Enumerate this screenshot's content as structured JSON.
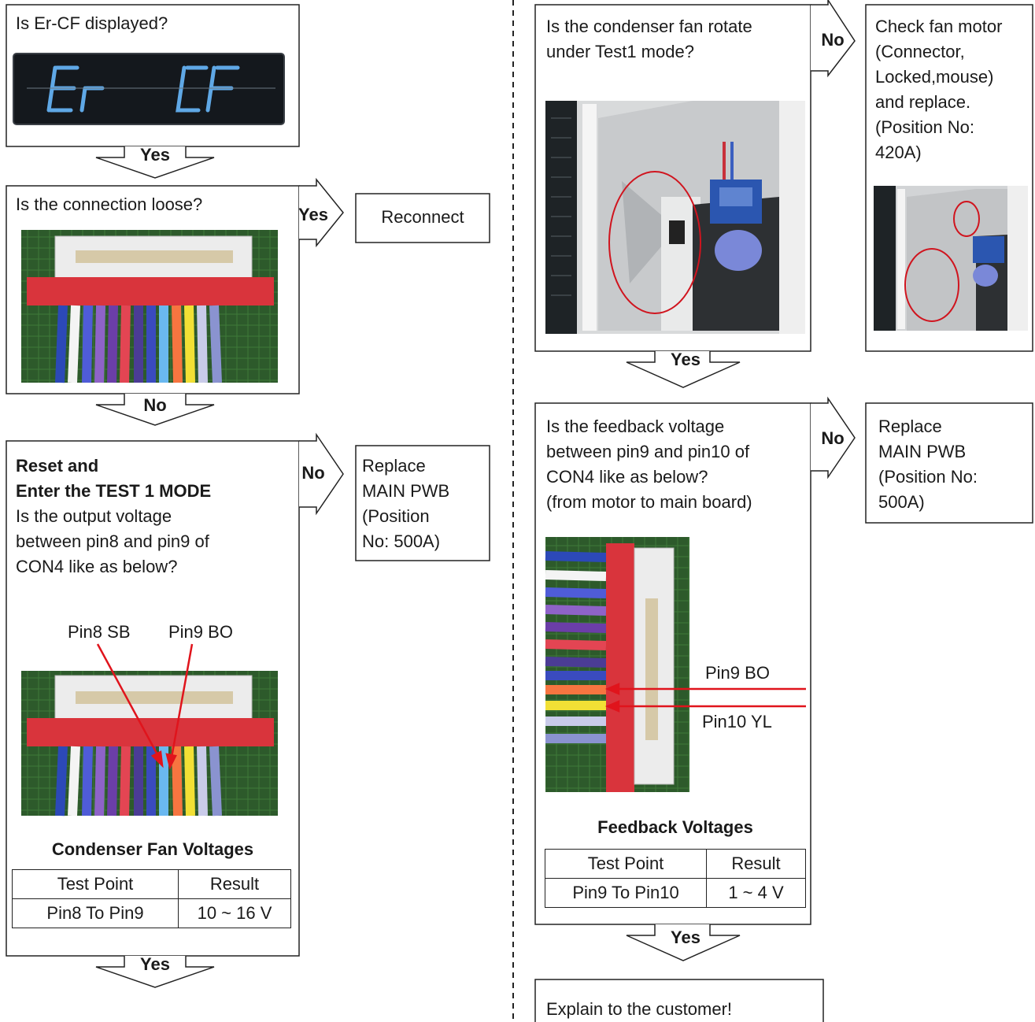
{
  "left": {
    "q1": "Is Er-CF displayed?",
    "display": {
      "seg_left": "Er",
      "seg_right": "CF"
    },
    "yes1": "Yes",
    "q2": "Is the connection loose?",
    "yes2": "Yes",
    "reconnect": "Reconnect",
    "no1": "No",
    "q3_line1": "Reset and",
    "q3_line2": "Enter the TEST 1 MODE",
    "q3_body": "Is the output voltage\nbetween pin8 and pin9 of\nCON4 like as below?",
    "pin8_label": "Pin8 SB",
    "pin9_label": "Pin9 BO",
    "no2": "No",
    "replace1": "Replace\nMAIN PWB\n(Position\nNo: 500A)",
    "table_title": "Condenser Fan Voltages",
    "table": {
      "headers": [
        "Test Point",
        "Result"
      ],
      "rows": [
        [
          "Pin8 To Pin9",
          "10 ~ 16 V"
        ]
      ]
    },
    "yes3": "Yes"
  },
  "right": {
    "q1": "Is the condenser fan rotate\nunder Test1 mode?",
    "no1": "No",
    "check_fan": "Check fan motor\n(Connector,\nLocked,mouse)\nand replace.\n(Position No:\n420A)",
    "yes1": "Yes",
    "q2": "Is the feedback voltage\nbetween pin9 and pin10 of\nCON4 like as below?\n(from motor to main board)",
    "no2": "No",
    "replace2": "Replace\nMAIN PWB\n(Position No:\n500A)",
    "pin9_label": "Pin9 BO",
    "pin10_label": "Pin10 YL",
    "table_title": "Feedback Voltages",
    "table": {
      "headers": [
        "Test Point",
        "Result"
      ],
      "rows": [
        [
          "Pin9 To Pin10",
          "1 ~ 4 V"
        ]
      ]
    },
    "yes2": "Yes",
    "final": "Explain to the customer!"
  },
  "colors": {
    "line": "#222222",
    "connector_red": "#d9343c",
    "arrow_red": "#e0141c",
    "display_bg": "#14181d",
    "display_digit": "#5fa8e6",
    "board_green": "#2f5a2c"
  }
}
